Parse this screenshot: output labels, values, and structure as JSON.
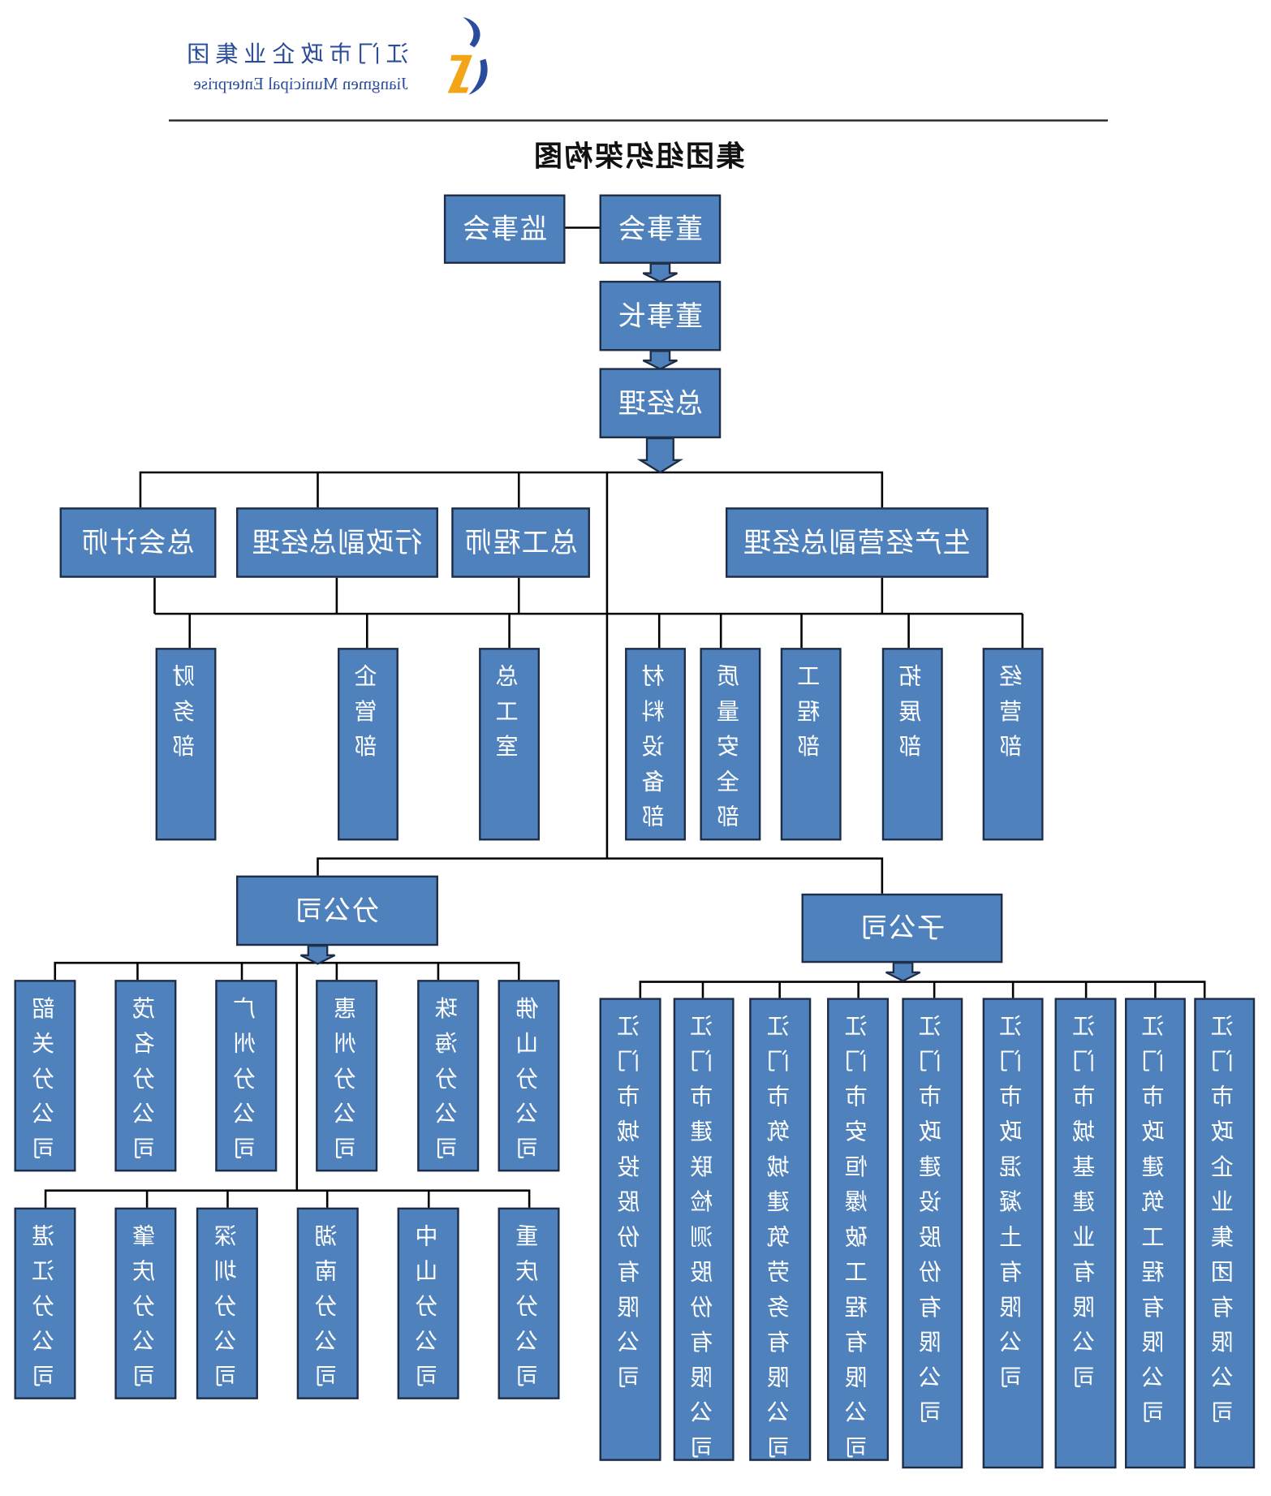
{
  "header": {
    "logo_cn": "江门市政企业集团",
    "logo_en": "Jiangmen Municipal Enterprise",
    "title": "集团组织架构图"
  },
  "leadership": {
    "supervisory_board": "监事会",
    "board": "董事会",
    "chairman": "董事长",
    "general_manager": "总经理"
  },
  "executives": [
    "总会计师",
    "行政副总经理",
    "总工程师",
    "生产经营副总经理"
  ],
  "departments": [
    "财务部",
    "企管部",
    "总工室",
    "材料设备部",
    "质量安全部",
    "工程部",
    "拓展部",
    "经营部"
  ],
  "branches": {
    "label": "分公司",
    "row1": [
      "韶关分公司",
      "茂名分公司",
      "广州分公司",
      "惠州分公司",
      "珠海分公司",
      "佛山分公司"
    ],
    "row2": [
      "湛江分公司",
      "肇庆分公司",
      "深圳分公司",
      "湖南分公司",
      "中山分公司",
      "重庆分公司"
    ]
  },
  "subsidiaries": {
    "label": "子公司",
    "items": [
      "江门市城投股份有限公司",
      "江门市建联检测股份有限公司",
      "江门市筑城建筑劳务有限公司",
      "江门市安恒爆破工程有限公司",
      "江门市政建设股份有限公司",
      "江门市政混凝土有限公司",
      "江门市城基建业有限公司",
      "江门市政建筑工程有限公司",
      "江门市政企业集团有限公司"
    ]
  },
  "colors": {
    "box_fill": "#4f81bd",
    "box_border": "#1e2d45",
    "logo_blue": "#2b4c9b",
    "logo_orange": "#f2a516",
    "line": "#000000"
  }
}
